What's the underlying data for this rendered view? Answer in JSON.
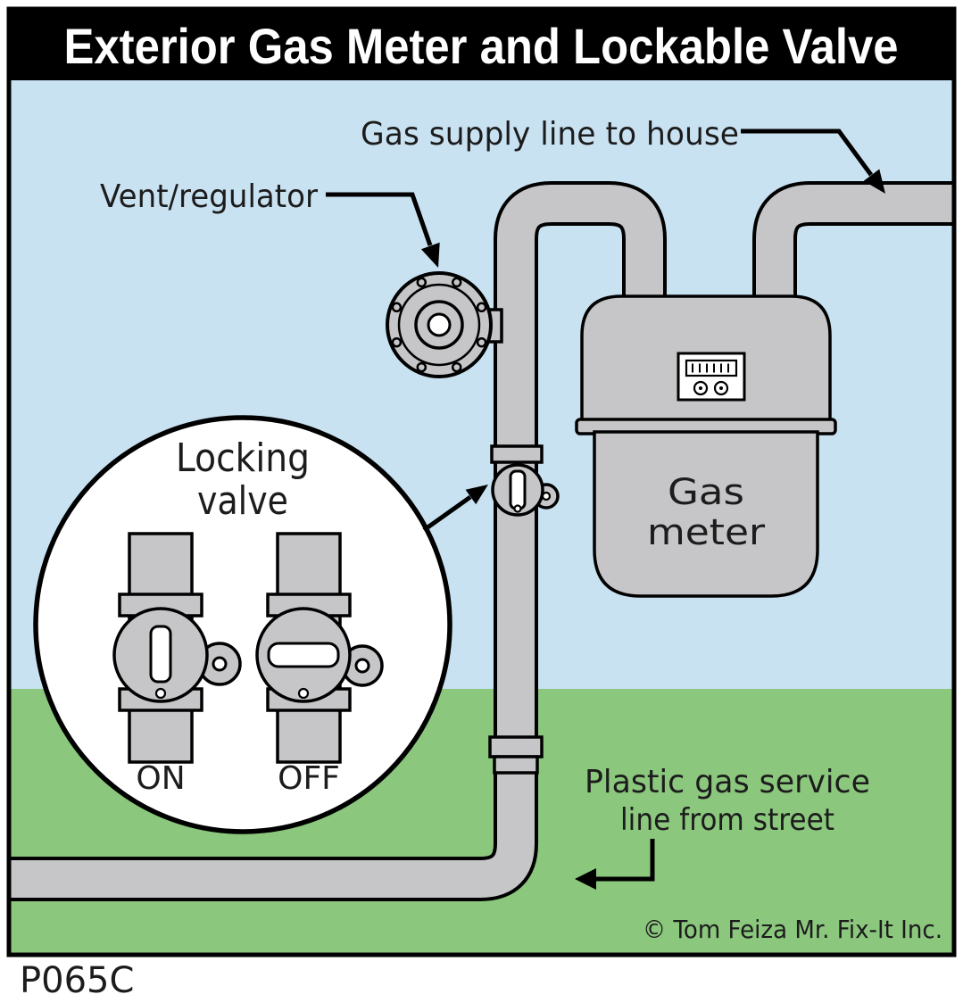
{
  "title": "Exterior Gas Meter and Lockable Valve",
  "diagram_code": "P065C",
  "copyright": "© Tom Feiza Mr. Fix-It Inc.",
  "labels": {
    "gas_supply": "Gas supply line to house",
    "vent_regulator": "Vent/regulator",
    "locking_valve_line1": "Locking",
    "locking_valve_line2": "valve",
    "valve_on": "ON",
    "valve_off": "OFF",
    "gas_meter_line1": "Gas",
    "gas_meter_line2": "meter",
    "service_line_line1": "Plastic gas service",
    "service_line_line2": "line from street"
  },
  "colors": {
    "sky": "#c9e2f2",
    "ground": "#8bc77d",
    "pipe": "#c6c6c8",
    "outline": "#000000",
    "title_bg": "#000000",
    "title_text": "#ffffff",
    "label_text": "#1c1c1c",
    "inset_bg": "#ffffff"
  }
}
